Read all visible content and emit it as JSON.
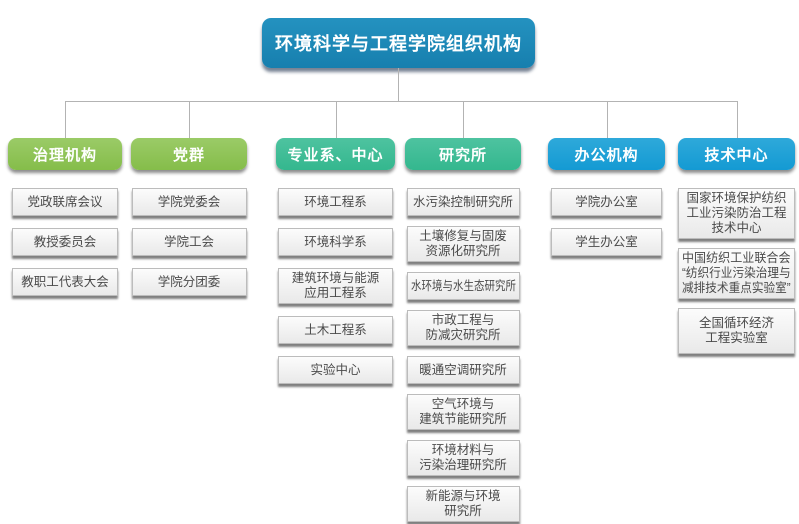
{
  "title": "环境科学与工程学院组织机构",
  "palette": {
    "title_blue": "#1c87b7",
    "branch_green": "#8cc152",
    "branch_teal": "#3dbd97",
    "branch_blue": "#1c9fd6",
    "node_background": "#f2f2f2",
    "node_border": "#bcbcbc",
    "node_text": "#4a4a4a",
    "connector_gray": "#b3b3b3"
  },
  "columns": [
    {
      "key": "governance",
      "header": "治理机构",
      "color": "green",
      "items": [
        {
          "lines": [
            "党政联席会议"
          ]
        },
        {
          "lines": [
            "教授委员会"
          ]
        },
        {
          "lines": [
            "教职工代表大会"
          ]
        }
      ]
    },
    {
      "key": "party-groups",
      "header": "党群",
      "color": "green",
      "items": [
        {
          "lines": [
            "学院党委会"
          ]
        },
        {
          "lines": [
            "学院工会"
          ]
        },
        {
          "lines": [
            "学院分团委"
          ]
        }
      ]
    },
    {
      "key": "departments-centers",
      "header": "专业系、中心",
      "color": "teal",
      "items": [
        {
          "lines": [
            "环境工程系"
          ]
        },
        {
          "lines": [
            "环境科学系"
          ]
        },
        {
          "lines": [
            "建筑环境与能源",
            "应用工程系"
          ]
        },
        {
          "lines": [
            "土木工程系"
          ]
        },
        {
          "lines": [
            "实验中心"
          ]
        }
      ]
    },
    {
      "key": "research-institutes",
      "header": "研究所",
      "color": "teal",
      "items": [
        {
          "lines": [
            "水污染控制研究所"
          ]
        },
        {
          "lines": [
            "土壤修复与固废",
            "资源化研究所"
          ]
        },
        {
          "lines": [
            "水环境与水生态研究所"
          ]
        },
        {
          "lines": [
            "市政工程与",
            "防减灾研究所"
          ]
        },
        {
          "lines": [
            "暖通空调研究所"
          ]
        },
        {
          "lines": [
            "空气环境与",
            "建筑节能研究所"
          ]
        },
        {
          "lines": [
            "环境材料与",
            "污染治理研究所"
          ]
        },
        {
          "lines": [
            "新能源与环境",
            "研究所"
          ]
        }
      ]
    },
    {
      "key": "offices",
      "header": "办公机构",
      "color": "blue",
      "items": [
        {
          "lines": [
            "学院办公室"
          ]
        },
        {
          "lines": [
            "学生办公室"
          ]
        }
      ]
    },
    {
      "key": "technology-centers",
      "header": "技术中心",
      "color": "blue",
      "items": [
        {
          "lines": [
            "国家环境保护纺织",
            "工业污染防治工程",
            "技术中心"
          ]
        },
        {
          "lines": [
            "中国纺织工业联合会",
            "“纺织行业污染治理与",
            "减排技术重点实验室”"
          ]
        },
        {
          "lines": [
            "全国循环经济",
            "工程实验室"
          ]
        }
      ]
    }
  ]
}
